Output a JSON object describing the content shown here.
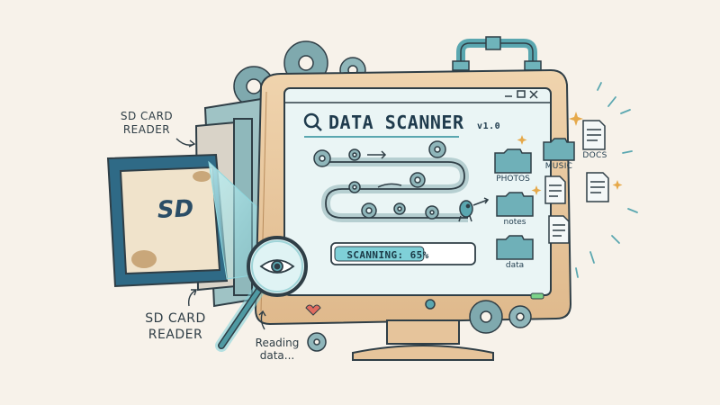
{
  "annotations": {
    "sd_reader_top": "SD CARD\nREADER",
    "sd_reader_bottom": "SD CARD\nREADER",
    "reading": "Reading\ndata..."
  },
  "sd_card": {
    "logo": "SD"
  },
  "window": {
    "title": "DATA SCANNER",
    "version": "v1.0",
    "icons": [
      "search-icon",
      "minimize-icon",
      "maximize-icon",
      "close-icon"
    ]
  },
  "progress": {
    "label": "SCANNING: 65%",
    "value": 0.65
  },
  "folders": [
    {
      "label": "PHOTOS"
    },
    {
      "label": "notes"
    },
    {
      "label": "data"
    }
  ],
  "outputs": [
    {
      "label": "MUSIC"
    },
    {
      "label": "DOCS"
    }
  ],
  "colors": {
    "background": "#f7f2ea",
    "teal": "#5aa7b0",
    "wood": "#e9caa3",
    "ink": "#2f3e46",
    "screen": "#eaf5f5"
  }
}
